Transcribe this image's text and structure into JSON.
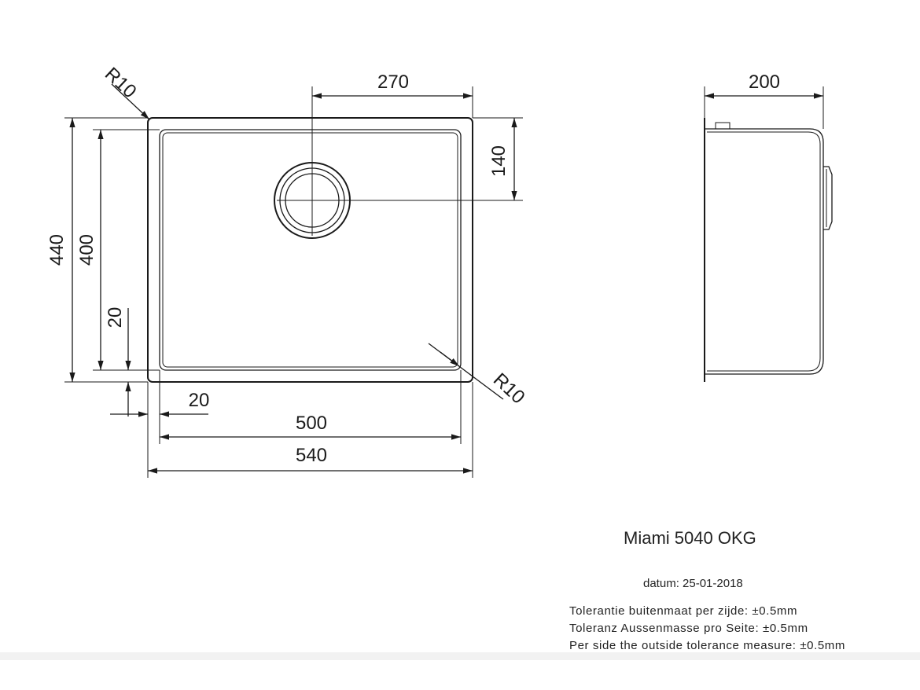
{
  "product": {
    "name": "Miami 5040 OKG",
    "date": "datum: 25-01-2018"
  },
  "tolerances": [
    "Tolerantie buitenmaat per zijde: ±0.5mm",
    "Toleranz Aussenmasse pro Seite: ±0.5mm",
    "Per side the outside tolerance measure: ±0.5mm"
  ],
  "dimensions": {
    "radius_top_left": "R10",
    "drain_offset_x": "270",
    "drain_offset_y": "140",
    "outer_height": "440",
    "inner_height": "400",
    "flange_vertical": "20",
    "flange_horizontal": "20",
    "inner_width": "500",
    "outer_width": "540",
    "radius_bottom_right": "R10",
    "side_depth": "200"
  }
}
